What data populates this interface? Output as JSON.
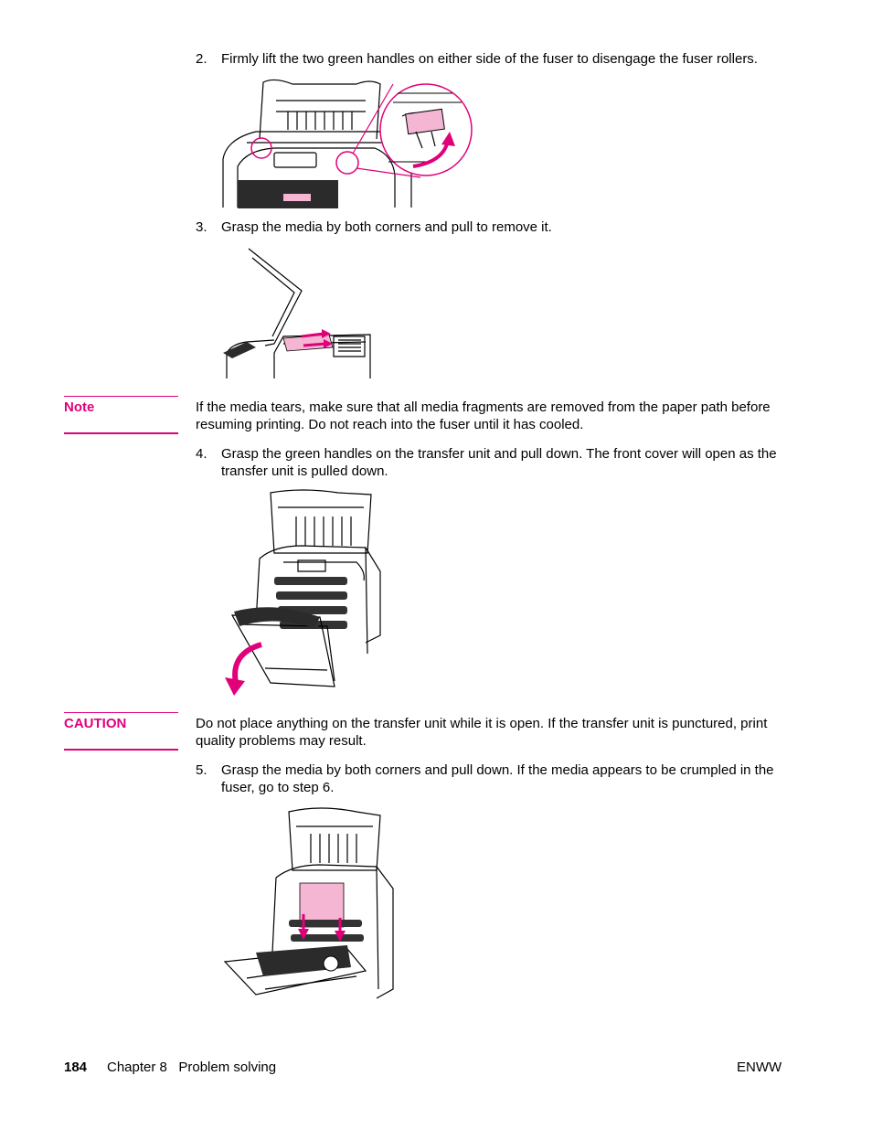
{
  "steps": [
    {
      "number": "2.",
      "text": "Firmly lift the two green handles on either side of the fuser to disengage the fuser rollers."
    },
    {
      "number": "3.",
      "text": "Grasp the media by both corners and pull to remove it."
    },
    {
      "number": "4.",
      "text": "Grasp the green handles on the transfer unit and pull down. The front cover will open as the transfer unit is pulled down."
    },
    {
      "number": "5.",
      "text": "Grasp the media by both corners and pull down. If the media appears to be crumpled in the fuser, go to step 6."
    }
  ],
  "note": {
    "label": "Note",
    "text": "If the media tears, make sure that all media fragments are removed from the paper path before resuming printing. Do not reach into the fuser until it has cooled."
  },
  "caution": {
    "label": "CAUTION",
    "text": "Do not place anything on the transfer unit while it is open. If the transfer unit is punctured, print quality problems may result."
  },
  "footer": {
    "page_number": "184",
    "chapter": "Chapter 8   Problem solving",
    "right": "ENWW"
  },
  "colors": {
    "accent": "#e0007a",
    "highlight_pink": "#f4b6d2"
  }
}
